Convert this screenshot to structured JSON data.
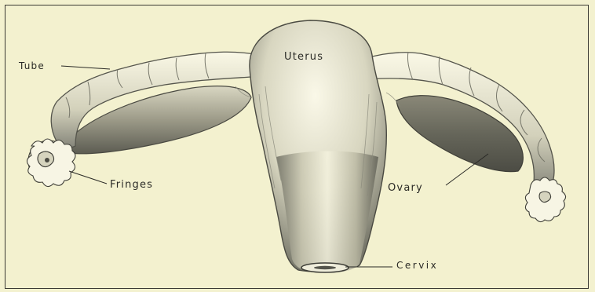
{
  "labels": {
    "tube": "Tube",
    "uterus": "Uterus",
    "fringes": "Fringes",
    "ovary": "Ovary",
    "cervix": "Cervix"
  },
  "colors": {
    "background": "#f3f1cf",
    "ink": "#2a2a26",
    "tissue_light": "#f6f4e2",
    "tissue_mid": "#bdbba6",
    "tissue_dark": "#55554c"
  }
}
